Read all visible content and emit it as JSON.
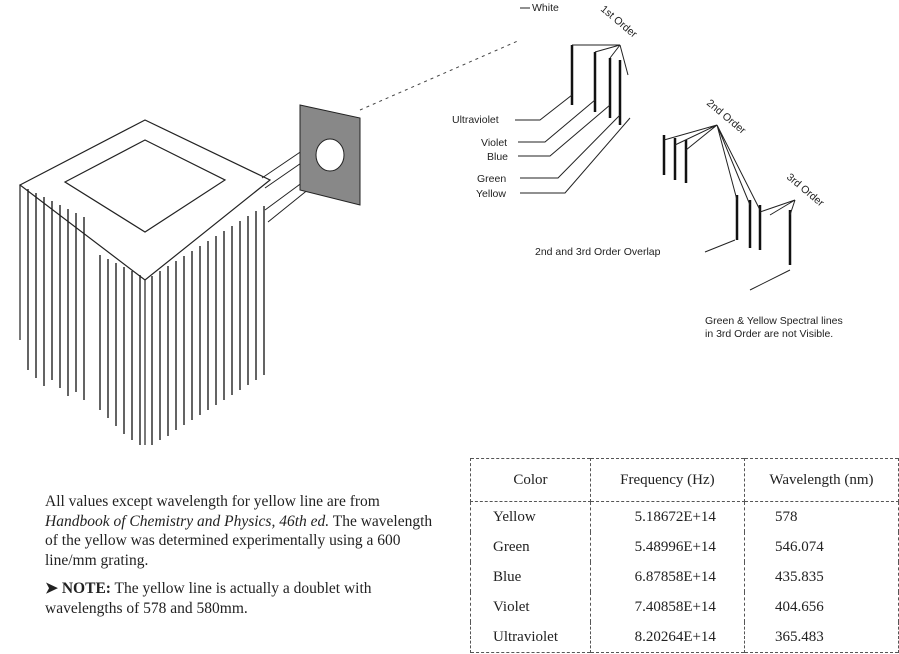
{
  "diagram": {
    "labels": {
      "white": "White",
      "first_order": "1st Order",
      "ultraviolet": "Ultraviolet",
      "violet": "Violet",
      "blue": "Blue",
      "green": "Green",
      "yellow": "Yellow",
      "second_order": "2nd Order",
      "third_order": "3rd Order",
      "overlap": "2nd and 3rd Order Overlap",
      "note_line1": "Green & Yellow Spectral lines",
      "note_line2": "in 3rd Order are not Visible."
    }
  },
  "notes": {
    "p1_a": "All values except wavelength for yellow line are from ",
    "p1_source": "Handbook of Chemistry and Physics, 46th ed.",
    "p1_b": " The wavelength of the yellow was determined experimentally using a 600 line/mm grating.",
    "note_label": "➤ NOTE:",
    "note_text": " The yellow line is actually a doublet with wavelengths of 578 and 580mm."
  },
  "table": {
    "headers": [
      "Color",
      "Frequency (Hz)",
      "Wavelength (nm)"
    ],
    "rows": [
      [
        "Yellow",
        "5.18672E+14",
        "578"
      ],
      [
        "Green",
        "5.48996E+14",
        "546.074"
      ],
      [
        "Blue",
        "6.87858E+14",
        "435.835"
      ],
      [
        "Violet",
        "7.40858E+14",
        "404.656"
      ],
      [
        "Ultraviolet",
        "8.20264E+14",
        "365.483"
      ]
    ]
  }
}
